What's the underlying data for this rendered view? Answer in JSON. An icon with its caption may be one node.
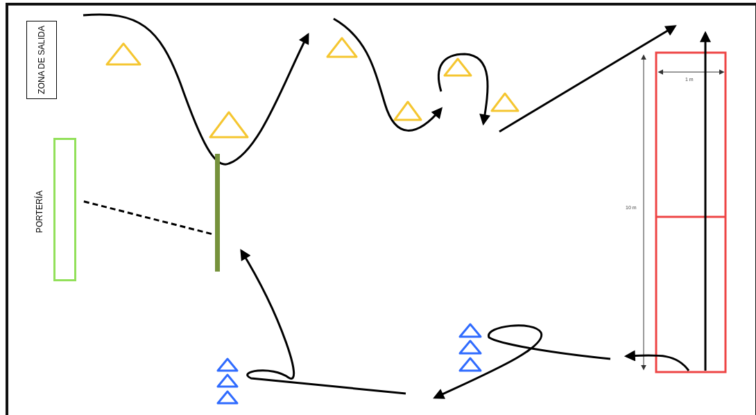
{
  "diagram": {
    "nodes": [
      {
        "text": [
          "ZONA DE SALIDA"
        ]
      },
      {
        "text": [
          "PORTERÍA"
        ]
      },
      {
        "text": [],
        "shape": "bar"
      }
    ],
    "edges": [
      {
        "from": 2,
        "to": 1,
        "arrow": "none",
        "style": "dashed"
      }
    ],
    "labels": [
      "1 m",
      "10 m"
    ]
  }
}
